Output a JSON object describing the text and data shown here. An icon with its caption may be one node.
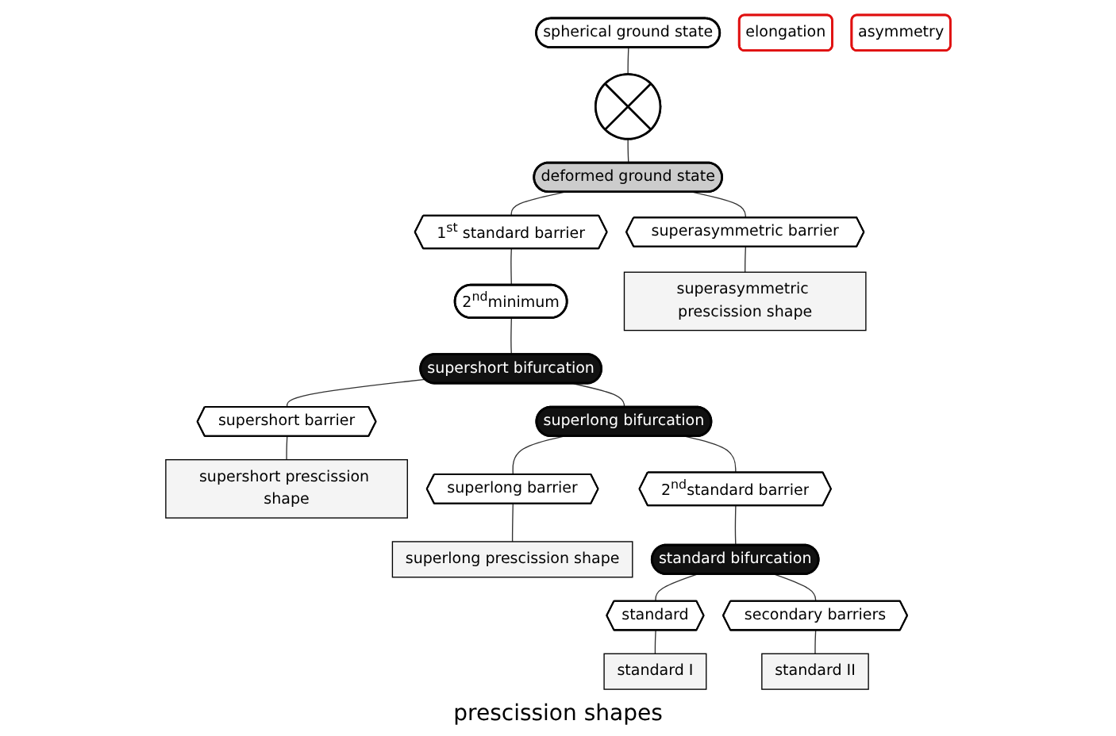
{
  "diagram": {
    "nodes": [
      {
        "text": [
          "spherical ground state"
        ]
      },
      {
        "text": [],
        "shape": "cross"
      },
      {
        "text": [
          "deformed ground state"
        ]
      },
      {
        "text": [
          "1$^{st}$ standard barrier"
        ]
      },
      {
        "text": [
          "2$^{nd}$minimum"
        ]
      },
      {
        "text": [
          "supershort bifurcation"
        ]
      },
      {
        "text": [
          "supershort barrier"
        ]
      },
      {
        "text": [
          "supershort prescission shape"
        ]
      },
      {
        "text": [
          "superlong bifurcation"
        ]
      },
      {
        "text": [
          "superlong barrier"
        ]
      },
      {
        "text": [
          "superlong prescission shape"
        ]
      },
      {
        "text": [
          "2$^{nd}$standard barrier"
        ]
      },
      {
        "text": [
          "standard bifurcation"
        ]
      },
      {
        "text": [
          "standard"
        ]
      },
      {
        "text": [
          "standard I"
        ]
      },
      {
        "text": [
          "secondary barriers"
        ]
      },
      {
        "text": [
          "standard II"
        ]
      },
      {
        "text": [
          "superasymmetric barrier"
        ]
      },
      {
        "text": [
          "superasymmetric prescission shape"
        ]
      },
      {
        "text": [
          "elongation"
        ]
      },
      {
        "text": [
          "asymmetry"
        ]
      }
    ],
    "edges": [
      {
        "from": 0,
        "to": 1,
        "arrow": "none"
      },
      {
        "from": 1,
        "to": 2,
        "arrow": "none"
      },
      {
        "from": 2,
        "to": 3,
        "arrow": "none"
      },
      {
        "from": 3,
        "to": 4,
        "arrow": "none"
      },
      {
        "from": 4,
        "to": 5,
        "arrow": "none"
      },
      {
        "from": 5,
        "to": 6,
        "arrow": "none"
      },
      {
        "from": 6,
        "to": 7,
        "arrow": "none"
      },
      {
        "from": 5,
        "to": 8,
        "arrow": "none"
      },
      {
        "from": 8,
        "to": 9,
        "arrow": "none"
      },
      {
        "from": 9,
        "to": 10,
        "arrow": "none"
      },
      {
        "from": 8,
        "to": 11,
        "arrow": "none"
      },
      {
        "from": 11,
        "to": 12,
        "arrow": "none"
      },
      {
        "from": 12,
        "to": 13,
        "arrow": "none"
      },
      {
        "from": 13,
        "to": 14,
        "arrow": "none"
      },
      {
        "from": 12,
        "to": 15,
        "arrow": "none"
      },
      {
        "from": 15,
        "to": 16,
        "arrow": "none"
      },
      {
        "from": 2,
        "to": 17,
        "arrow": "none"
      },
      {
        "from": 17,
        "to": 18,
        "arrow": "none"
      }
    ],
    "labels": [
      "prescission shapes"
    ]
  }
}
